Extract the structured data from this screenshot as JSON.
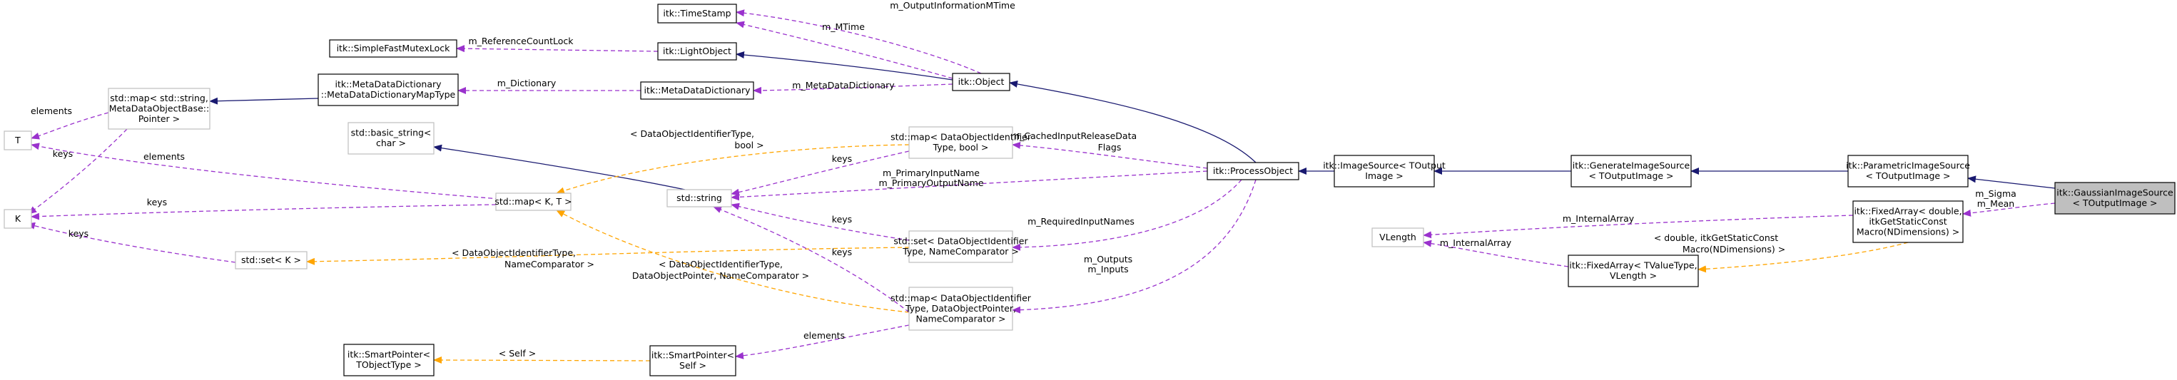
{
  "diagram": {
    "nodes": [
      {
        "id": "timestamp",
        "lines": [
          "itk::TimeStamp"
        ],
        "style": "solid"
      },
      {
        "id": "simplefastmutexlock",
        "lines": [
          "itk::SimpleFastMutexLock"
        ],
        "style": "solid"
      },
      {
        "id": "lightobject",
        "lines": [
          "itk::LightObject"
        ],
        "style": "solid"
      },
      {
        "id": "object",
        "lines": [
          "itk::Object"
        ],
        "style": "solid"
      },
      {
        "id": "metadatadictionary",
        "lines": [
          "itk::MetaDataDictionary"
        ],
        "style": "solid"
      },
      {
        "id": "metadatadictionarymaptype",
        "lines": [
          "itk::MetaDataDictionary",
          "::MetaDataDictionaryMapType"
        ],
        "style": "solid"
      },
      {
        "id": "stdmap_string_metadata",
        "lines": [
          "std::map< std::string,",
          "MetaDataObjectBase::",
          "Pointer >"
        ],
        "style": "gray"
      },
      {
        "id": "T",
        "lines": [
          "T"
        ],
        "style": "gray"
      },
      {
        "id": "K",
        "lines": [
          "K"
        ],
        "style": "gray"
      },
      {
        "id": "basic_string",
        "lines": [
          "std::basic_string<",
          "char >"
        ],
        "style": "gray"
      },
      {
        "id": "stdmap_KT",
        "lines": [
          "std::map< K, T >"
        ],
        "style": "gray"
      },
      {
        "id": "stdset_K",
        "lines": [
          "std::set< K >"
        ],
        "style": "gray"
      },
      {
        "id": "stdstring",
        "lines": [
          "std::string"
        ],
        "style": "gray"
      },
      {
        "id": "stdmap_id_bool",
        "lines": [
          "std::map< DataObjectIdentifier",
          "Type, bool >"
        ],
        "style": "gray"
      },
      {
        "id": "stdset_id",
        "lines": [
          "std::set< DataObjectIdentifier",
          "Type, NameComparator >"
        ],
        "style": "gray"
      },
      {
        "id": "stdmap_id_pointer",
        "lines": [
          "std::map< DataObjectIdentifier",
          "Type, DataObjectPointer,",
          "NameComparator >"
        ],
        "style": "gray"
      },
      {
        "id": "smartpointer_tobject",
        "lines": [
          "itk::SmartPointer<",
          "TObjectType >"
        ],
        "style": "solid"
      },
      {
        "id": "smartpointer_self",
        "lines": [
          "itk::SmartPointer<",
          "Self >"
        ],
        "style": "solid"
      },
      {
        "id": "processobject",
        "lines": [
          "itk::ProcessObject"
        ],
        "style": "solid"
      },
      {
        "id": "imagesource",
        "lines": [
          "itk::ImageSource< TOutput",
          "Image >"
        ],
        "style": "solid"
      },
      {
        "id": "generateimagesource",
        "lines": [
          "itk::GenerateImageSource",
          "< TOutputImage >"
        ],
        "style": "solid"
      },
      {
        "id": "parametricimagesource",
        "lines": [
          "itk::ParametricImageSource",
          "< TOutputImage >"
        ],
        "style": "solid"
      },
      {
        "id": "gaussianimagesource",
        "lines": [
          "itk::GaussianImageSource",
          "< TOutputImage >"
        ],
        "style": "self"
      },
      {
        "id": "vlength",
        "lines": [
          "VLength"
        ],
        "style": "gray"
      },
      {
        "id": "fixedarray_vlength",
        "lines": [
          "itk::FixedArray< TValueType,",
          "VLength >"
        ],
        "style": "solid"
      },
      {
        "id": "fixedarray_double",
        "lines": [
          "itk::FixedArray< double,",
          "itkGetStaticConst",
          "Macro(NDimensions) >"
        ],
        "style": "solid"
      }
    ],
    "edges": [
      {
        "id": "e_timestamp_object",
        "kind": "member",
        "labels": [
          "m_OutputInformationMTime"
        ]
      },
      {
        "id": "e_timestamp_lightobject",
        "kind": "member",
        "labels": [
          "m_MTime"
        ]
      },
      {
        "id": "e_mutex_lightobject",
        "kind": "member",
        "labels": [
          "m_ReferenceCountLock"
        ]
      },
      {
        "id": "e_lightobject_object",
        "kind": "inherit",
        "labels": []
      },
      {
        "id": "e_mdmaptype_mdd",
        "kind": "member",
        "labels": [
          "m_Dictionary"
        ]
      },
      {
        "id": "e_mdd_object",
        "kind": "member",
        "labels": [
          "m_MetaDataDictionary"
        ]
      },
      {
        "id": "e_stdmap_mdmaptype",
        "kind": "inherit",
        "labels": []
      },
      {
        "id": "e_T_stdmap",
        "kind": "member",
        "labels": [
          "elements"
        ]
      },
      {
        "id": "e_K_stdmap",
        "kind": "member",
        "labels": [
          "keys"
        ]
      },
      {
        "id": "e_T_stdmapKT",
        "kind": "member",
        "labels": [
          "elements"
        ]
      },
      {
        "id": "e_K_stdmapKT",
        "kind": "member",
        "labels": [
          "keys"
        ]
      },
      {
        "id": "e_K_stdsetK",
        "kind": "member",
        "labels": [
          "keys"
        ]
      },
      {
        "id": "e_basicstring_stdstring",
        "kind": "inherit",
        "labels": []
      },
      {
        "id": "e_object_processobject",
        "kind": "inherit",
        "labels": []
      },
      {
        "id": "e_stdmapKT_idbool",
        "kind": "template",
        "labels": [
          "< DataObjectIdentifierType,",
          "bool >"
        ]
      },
      {
        "id": "e_stdmapKT_idpointer",
        "kind": "template",
        "labels": [
          "< DataObjectIdentifierType,",
          "DataObjectPointer, NameComparator >"
        ]
      },
      {
        "id": "e_stdsetK_stdsetid",
        "kind": "template",
        "labels": [
          "< DataObjectIdentifierType,",
          "NameComparator >"
        ]
      },
      {
        "id": "e_stdstring_idbool",
        "kind": "member",
        "labels": [
          "keys"
        ]
      },
      {
        "id": "e_stdstring_stdsetid",
        "kind": "member",
        "labels": [
          "keys"
        ]
      },
      {
        "id": "e_stdstring_idpointer",
        "kind": "member",
        "labels": [
          "keys"
        ]
      },
      {
        "id": "e_stdstring_processobject",
        "kind": "member",
        "labels": [
          "m_PrimaryInputName",
          "m_PrimaryOutputName"
        ]
      },
      {
        "id": "e_idbool_processobject",
        "kind": "member",
        "labels": [
          "m_CachedInputReleaseData",
          "Flags"
        ]
      },
      {
        "id": "e_stdsetid_processobject",
        "kind": "member",
        "labels": [
          "m_RequiredInputNames"
        ]
      },
      {
        "id": "e_idpointer_processobject",
        "kind": "member",
        "labels": [
          "m_Outputs",
          "m_Inputs"
        ]
      },
      {
        "id": "e_smartpointer_template",
        "kind": "template",
        "labels": [
          "< Self >"
        ]
      },
      {
        "id": "e_smartpointerself_idpointer",
        "kind": "member",
        "labels": [
          "elements"
        ]
      },
      {
        "id": "e_processobject_imagesource",
        "kind": "inherit",
        "labels": []
      },
      {
        "id": "e_imagesource_generate",
        "kind": "inherit",
        "labels": []
      },
      {
        "id": "e_generate_parametric",
        "kind": "inherit",
        "labels": []
      },
      {
        "id": "e_parametric_gaussian",
        "kind": "inherit",
        "labels": []
      },
      {
        "id": "e_fixeddouble_gaussian",
        "kind": "member",
        "labels": [
          "m_Sigma",
          "m_Mean"
        ]
      },
      {
        "id": "e_vlength_fixeddouble",
        "kind": "member",
        "labels": [
          "m_InternalArray"
        ]
      },
      {
        "id": "e_vlength_fixedvlength",
        "kind": "member",
        "labels": [
          "m_InternalArray"
        ]
      },
      {
        "id": "e_fixedvlength_fixeddouble",
        "kind": "template",
        "labels": [
          "< double, itkGetStaticConst",
          "Macro(NDimensions) >"
        ]
      }
    ]
  }
}
